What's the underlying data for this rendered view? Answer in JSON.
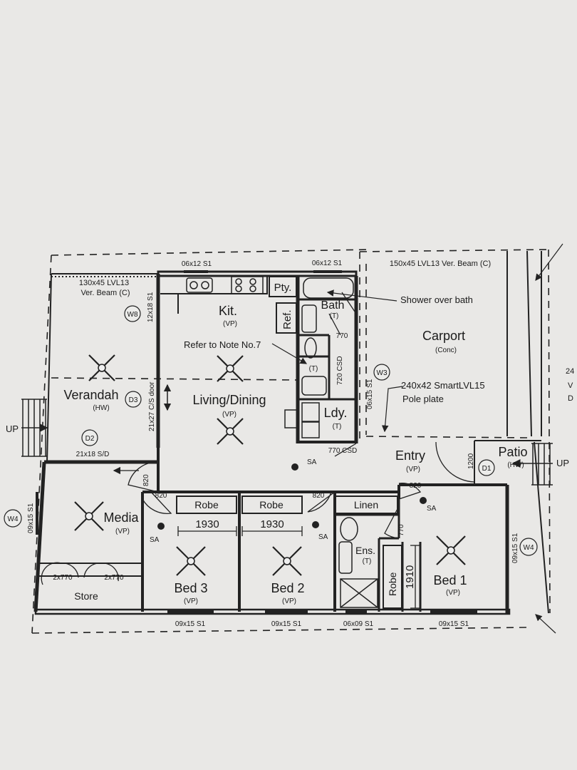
{
  "labels": {
    "beam_left": "130x45 LVL13",
    "beam_left2": "Ver. Beam (C)",
    "beam_right": "150x45 LVL13 Ver. Beam (C)",
    "win_top1": "06x12 S1",
    "win_top2": "06x12 S1",
    "win_w8_size": "12x18 S1",
    "win_w3_size": "06x15 S1",
    "win_w4_left_size": "09x15 S1",
    "win_w4_right_size": "09x15 S1",
    "win_bot1": "09x15 S1",
    "win_bot2": "09x15 S1",
    "win_bot3": "06x09 S1",
    "win_bot4": "09x15 S1",
    "d2_size": "21x18 S/D",
    "d3_size": "21x27 C/S door",
    "csd1": "720 CSD",
    "csd2": "770 CSD",
    "d770a": "770",
    "d770b": "770",
    "d820a": "820",
    "d820b": "820",
    "d820c": "820",
    "d820d": "820",
    "d1200": "1200",
    "store_door_a": "2x770",
    "store_door_b": "2x770",
    "dim_1930a": "1930",
    "dim_1930b": "1930",
    "dim_1910": "1910",
    "shower_note": "Shower over bath",
    "refer_note": "Refer to Note No.7",
    "pole_plate1": "240x42 SmartLVL15",
    "pole_plate2": "Pole plate",
    "up_left": "UP",
    "up_right": "UP",
    "sa": "SA",
    "edge_a": "24",
    "edge_b": "V",
    "edge_c": "D"
  },
  "tags": {
    "w8": "W8",
    "w3": "W3",
    "w4a": "W4",
    "w4b": "W4",
    "d1": "D1",
    "d2": "D2",
    "d3": "D3"
  },
  "rooms": {
    "kit": "Kit.",
    "kit_sub": "(VP)",
    "pty": "Pty.",
    "ref": "Ref.",
    "bath": "Bath",
    "bath_sub": "(T)",
    "carport": "Carport",
    "carport_sub": "(Conc)",
    "verandah": "Verandah",
    "verandah_sub": "(HW)",
    "living": "Living/Dining",
    "living_sub": "(VP)",
    "wc_sub": "(T)",
    "ldy": "Ldy.",
    "ldy_sub": "(T)",
    "entry": "Entry",
    "entry_sub": "(VP)",
    "patio": "Patio",
    "patio_sub": "(HW)",
    "media": "Media",
    "media_sub": "(VP)",
    "store": "Store",
    "robe_a": "Robe",
    "robe_b": "Robe",
    "robe_c": "Robe",
    "linen": "Linen",
    "ens": "Ens.",
    "ens_sub": "(T)",
    "bed3": "Bed 3",
    "bed3_sub": "(VP)",
    "bed2": "Bed 2",
    "bed2_sub": "(VP)",
    "bed1": "Bed 1",
    "bed1_sub": "(VP)"
  }
}
